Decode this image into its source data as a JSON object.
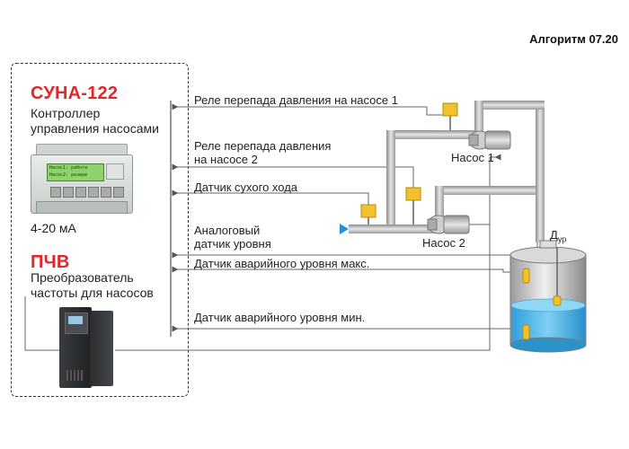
{
  "header": {
    "algorithm": "Алгоритм 07.20"
  },
  "controller": {
    "name": "СУНА-122",
    "description_line1": "Контроллер",
    "description_line2": "управления насосами",
    "signal": "4-20 мА",
    "display_line1": "Насос1: работа",
    "display_line2": "Насос2: резерв"
  },
  "converter": {
    "name": "ПЧВ",
    "description_line1": "Преобразователь",
    "description_line2": "частоты для насосов"
  },
  "signals": {
    "relay_pump1": "Реле перепада давления на насосе 1",
    "relay_pump2_line1": "Реле перепада давления",
    "relay_pump2_line2": "на насосе 2",
    "dry_run": "Датчик сухого хода",
    "analog_level_line1": "Аналоговый",
    "analog_level_line2": "датчик уровня",
    "alarm_max": "Датчик аварийного уровня макс.",
    "alarm_min": "Датчик аварийного уровня мин."
  },
  "equipment": {
    "pump1": "Насос 1",
    "pump2": "Насос 2",
    "level_sensor": "Д",
    "level_sensor_sub": "ур"
  },
  "colors": {
    "accent": "#e4262b",
    "line": "#777777",
    "pipe": "#b8b8b8",
    "sensor": "#f2c12e",
    "water": "#4fb5e6",
    "arrow_blue": "#2a8fd6"
  }
}
